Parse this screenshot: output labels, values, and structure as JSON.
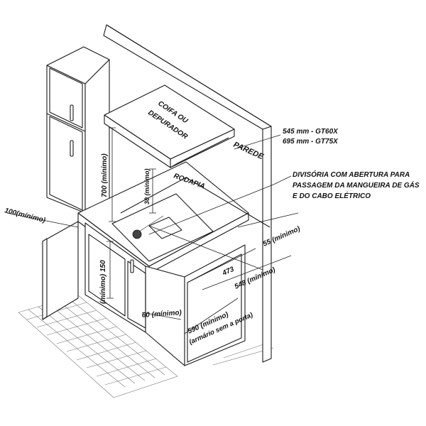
{
  "labels": {
    "hood_line1": "COIFA OU",
    "hood_line2": "DEPURADOR",
    "wall": "PAREDE",
    "baseboard": "RODAPIA",
    "model_gt60": "545 mm - GT60X",
    "model_gt75": "695 mm - GT75X",
    "divider_line1": "DIVISÓRIA COM ABERTURA PARA",
    "divider_line2": "PASSAGEM DA MANGUEIRA DE GÁS",
    "divider_line3": "E DO CABO ELÉTRICO"
  },
  "dimensions": {
    "hood_height": "700 (mínimo)",
    "wall_gap": "30 (mínimo)",
    "side_left": "100(mínimo)",
    "rear_gap": "55 (mínimo)",
    "cutout_depth": "473",
    "cutout_width": "548 (mínimo)",
    "below_height": "(mínimo) 150",
    "counter_depth": "60 (mínimo)",
    "cabinet_width": "590 (mínimo)",
    "cabinet_note": "(armário sem a porta)"
  }
}
